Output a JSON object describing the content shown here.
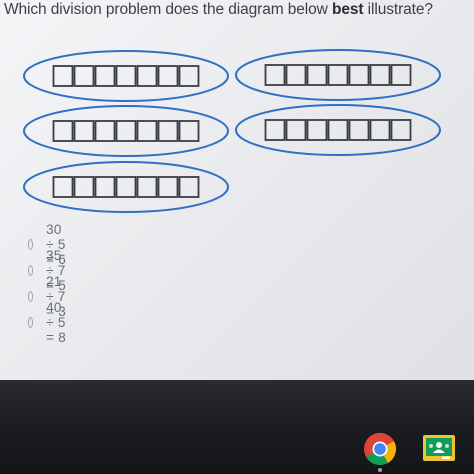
{
  "question": {
    "text_before": "Which division problem does the diagram below ",
    "emphasis": "best",
    "text_after": " illustrate?"
  },
  "diagram": {
    "groups": 5,
    "boxes_per_group": 7,
    "oval_color": "#2f6fc4",
    "box_color": "#3a3d44"
  },
  "options": [
    {
      "label": "30 ÷ 5 = 6"
    },
    {
      "label": "35 ÷ 7 = 5"
    },
    {
      "label": "21 ÷ 7 = 3"
    },
    {
      "label": "40 ÷ 5 = 8"
    }
  ],
  "taskbar": {
    "apps": [
      "chrome-icon",
      "google-classroom-icon"
    ]
  }
}
